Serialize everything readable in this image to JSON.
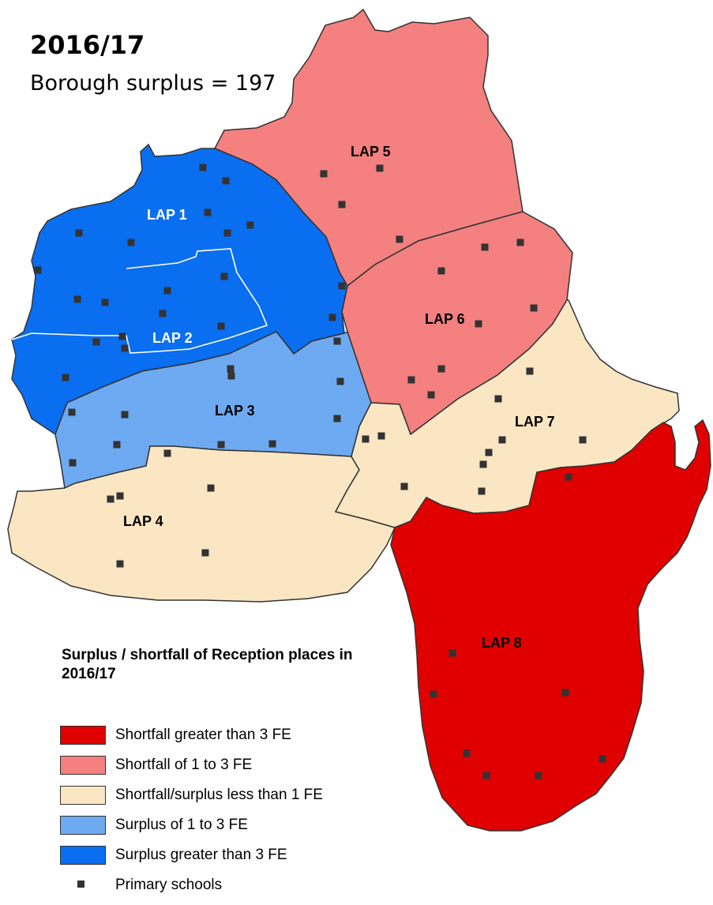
{
  "header": {
    "year": "2016/17",
    "borough_summary": "Borough surplus = 197"
  },
  "map": {
    "regions": [
      {
        "id": "LAP 1",
        "label": "LAP 1",
        "category": "Surplus greater than 3 FE"
      },
      {
        "id": "LAP 2",
        "label": "LAP 2",
        "category": "Surplus greater than 3 FE"
      },
      {
        "id": "LAP 3",
        "label": "LAP 3",
        "category": "Surplus of 1 to 3 FE"
      },
      {
        "id": "LAP 4",
        "label": "LAP 4",
        "category": "Shortfall/surplus less than 1 FE"
      },
      {
        "id": "LAP 5",
        "label": "LAP 5",
        "category": "Shortfall of 1 to 3 FE"
      },
      {
        "id": "LAP 6",
        "label": "LAP 6",
        "category": "Shortfall of 1 to 3 FE"
      },
      {
        "id": "LAP 7",
        "label": "LAP 7",
        "category": "Shortfall/surplus less than 1 FE"
      },
      {
        "id": "LAP 8",
        "label": "LAP 8",
        "category": "Shortfall greater than 3 FE"
      }
    ],
    "school_marker_name": "square-marker"
  },
  "legend": {
    "title": "Surplus / shortfall of Reception places in 2016/17",
    "items": [
      {
        "label": "Shortfall greater than 3 FE",
        "color": "#e00000"
      },
      {
        "label": "Shortfall of 1 to 3 FE",
        "color": "#f48080"
      },
      {
        "label": "Shortfall/surplus less than 1 FE",
        "color": "#fbe6c3"
      },
      {
        "label": "Surplus of 1 to 3 FE",
        "color": "#6eaaf2"
      },
      {
        "label": "Surplus greater than 3 FE",
        "color": "#0a6ef0"
      }
    ],
    "schools_label": "Primary schools"
  }
}
